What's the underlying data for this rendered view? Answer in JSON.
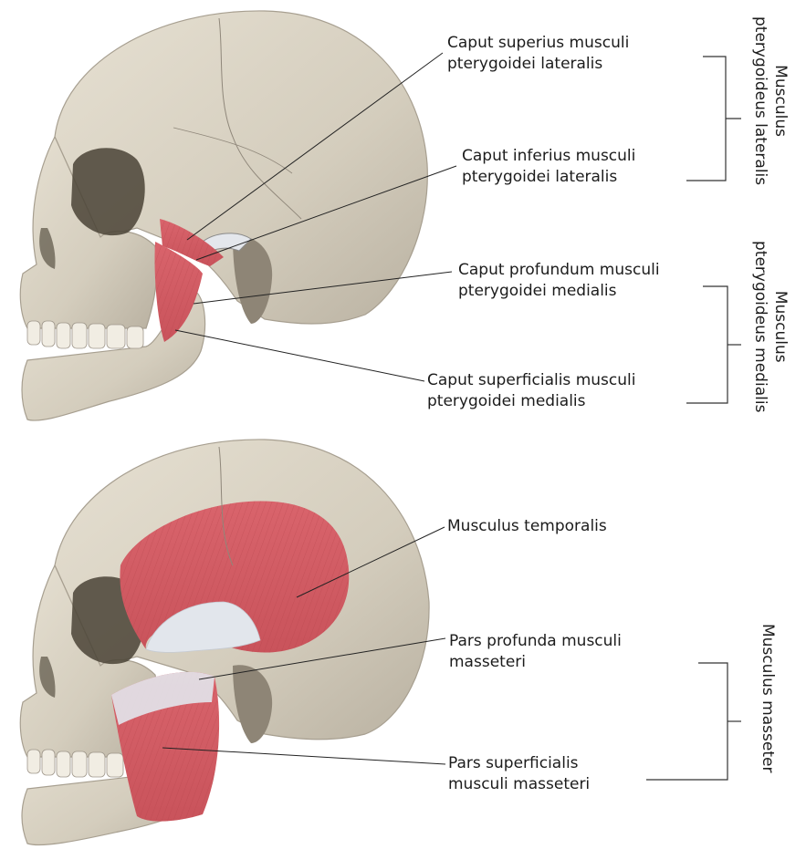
{
  "colors": {
    "bone": "#d9d3c4",
    "bone_shade": "#b8b0a0",
    "muscle": "#d96a70",
    "muscle_dark": "#b9474f",
    "tendon": "#dfe3ea",
    "leader": "#222222"
  },
  "top_panel": {
    "labels": [
      {
        "line1": "Caput superius musculi",
        "line2": "pterygoidei lateralis"
      },
      {
        "line1": "Caput inferius musculi",
        "line2": "pterygoidei lateralis"
      },
      {
        "line1": "Caput profundum musculi",
        "line2": "pterygoidei medialis"
      },
      {
        "line1": "Caput superficialis musculi",
        "line2": "pterygoidei medialis"
      }
    ],
    "groups": [
      {
        "line1": "Musculus",
        "line2": "pterygoideus lateralis"
      },
      {
        "line1": "Musculus",
        "line2": "pterygoideus medialis"
      }
    ]
  },
  "bottom_panel": {
    "labels": [
      {
        "line1": "Musculus temporalis",
        "line2": ""
      },
      {
        "line1": "Pars profunda musculi",
        "line2": "masseteri"
      },
      {
        "line1": "Pars superficialis",
        "line2": "musculi masseteri"
      }
    ],
    "groups": [
      {
        "line1": "Musculus masseter",
        "line2": ""
      }
    ]
  }
}
